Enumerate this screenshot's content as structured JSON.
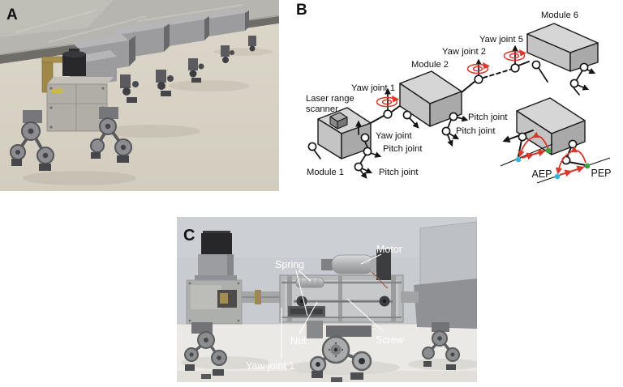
{
  "figure": {
    "panel_a": {
      "label": "A"
    },
    "panel_b": {
      "label": "B",
      "module_1": "Module 1",
      "module_2": "Module 2",
      "module_6": "Module 6",
      "yaw_joint_1": "Yaw joint 1",
      "yaw_joint_2": "Yaw joint 2",
      "yaw_joint_5": "Yaw joint 5",
      "laser_range_line1": "Laser range",
      "laser_range_line2": "scanner",
      "yaw_joint": "Yaw joint",
      "pitch_joint": "Pitch joint",
      "aep": "AEP",
      "pep": "PEP"
    },
    "panel_c": {
      "label": "C",
      "motor": "Motor",
      "spring": "Spring",
      "nut": "Nut",
      "screw": "Screw",
      "yaw_joint_1": "Yaw joint 1"
    },
    "colors": {
      "diagram_red": "#d8392c",
      "aep_blue": "#3ab5d9",
      "pep_green": "#3aa23e",
      "box_top": "#d6d6d6",
      "box_front": "#c4c4c4",
      "box_side": "#a9a9a9"
    }
  }
}
